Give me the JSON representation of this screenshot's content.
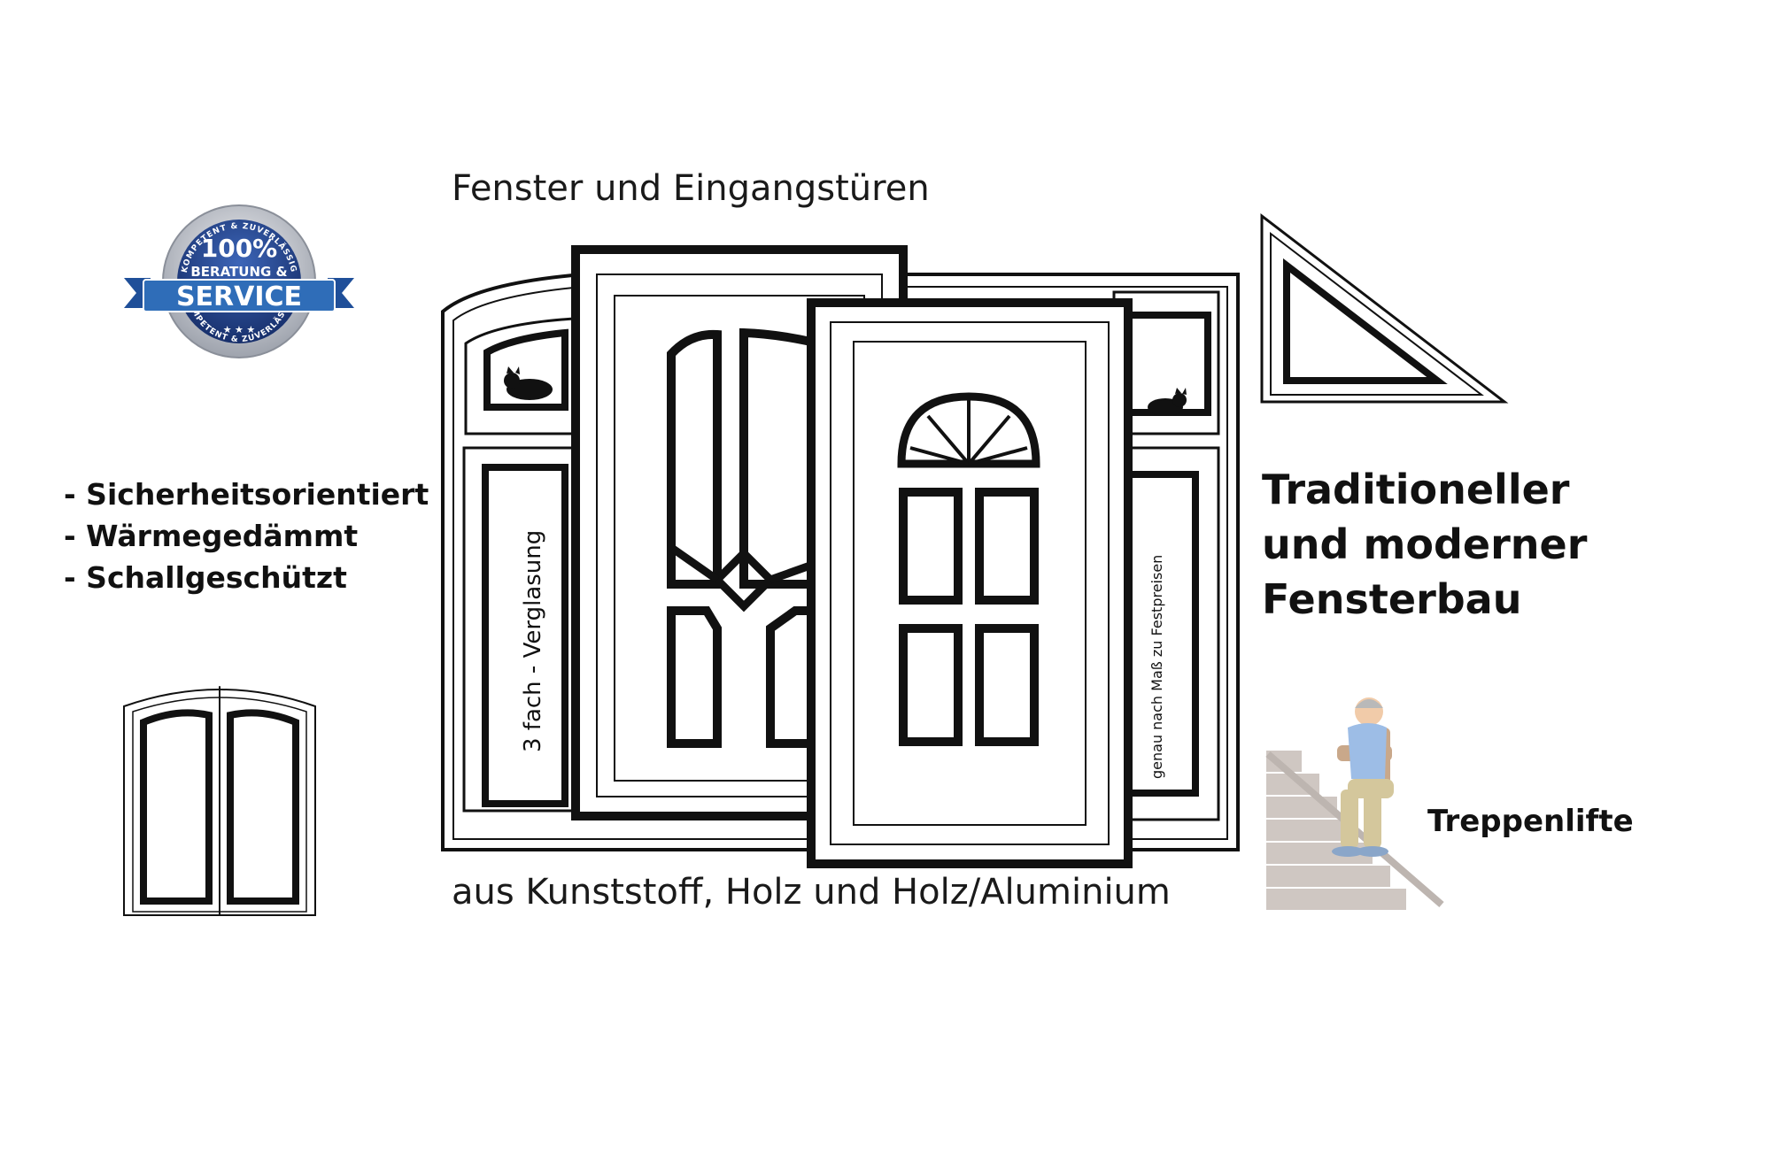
{
  "title_top": "Fenster und Eingangstüren",
  "title_bottom": "aus Kunststoff, Holz und Holz/Aluminium",
  "features": [
    "- Sicherheitsorientiert",
    "- Wärmegedämmt",
    "- Schallgeschützt"
  ],
  "headline": [
    "Traditioneller",
    "und moderner",
    "Fensterbau"
  ],
  "stairlift_label": "Treppenlifte",
  "glazing_label": "3 fach - Verglasung",
  "price_label": "genau nach Maß zu Festpreisen",
  "badge": {
    "arc_top": "KOMPETENT & ZUVERLÄSSIG",
    "line1": "100%",
    "line2": "BERATUNG &",
    "ribbon": "SERVICE",
    "arc_bottom": "KOMPETENT & ZUVERLÄSSIG",
    "ribbon_color": "#2f6db8",
    "ring_color": "#c8ccd3",
    "inner_color": "#1f3f86"
  },
  "colors": {
    "line": "#111111",
    "stairs": "#cfc7c2",
    "shirt": "#9dbde6",
    "trousers": "#d4c79c"
  }
}
